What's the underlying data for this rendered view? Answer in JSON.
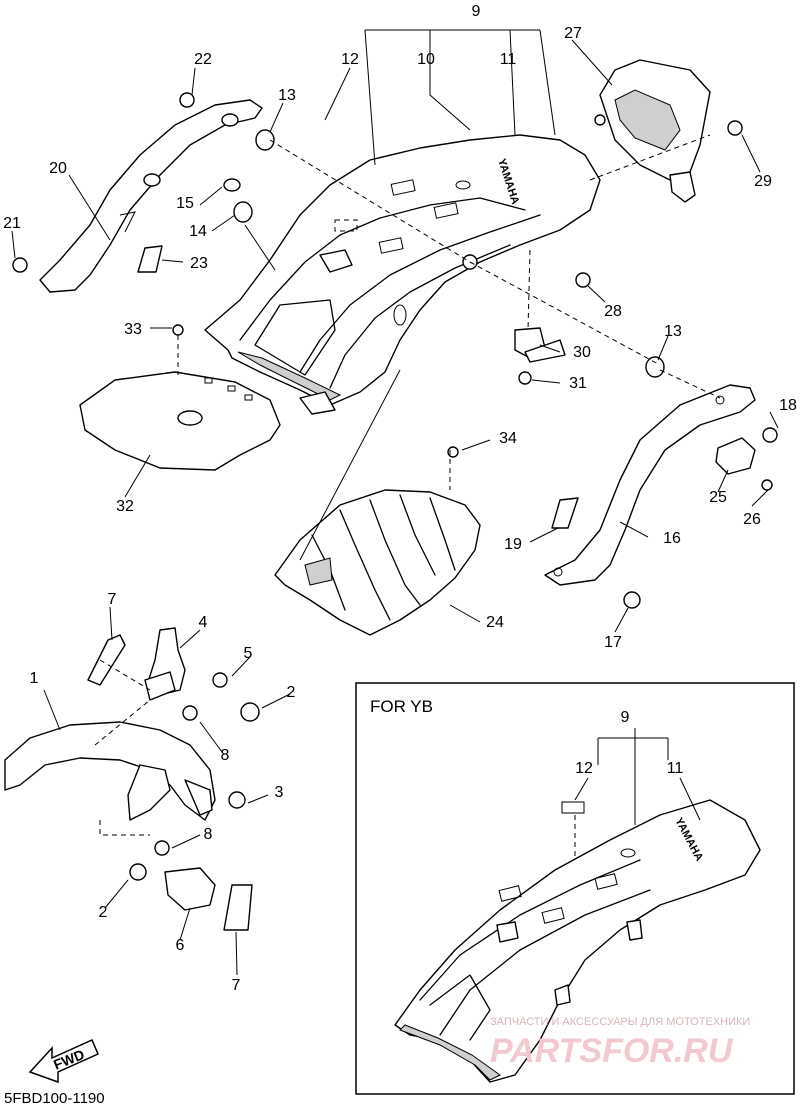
{
  "callouts": {
    "c1": "1",
    "c2a": "2",
    "c2b": "2",
    "c3": "3",
    "c4": "4",
    "c5": "5",
    "c6": "6",
    "c7a": "7",
    "c7b": "7",
    "c8a": "8",
    "c8b": "8",
    "c9": "9",
    "c10": "10",
    "c11": "11",
    "c12": "12",
    "c13a": "13",
    "c13b": "13",
    "c14": "14",
    "c15": "15",
    "c16": "16",
    "c17": "17",
    "c18": "18",
    "c19": "19",
    "c20": "20",
    "c21": "21",
    "c22": "22",
    "c23": "23",
    "c24": "24",
    "c25": "25",
    "c26": "26",
    "c27": "27",
    "c28": "28",
    "c29": "29",
    "c30": "30",
    "c31": "31",
    "c32": "32",
    "c33": "33",
    "c34": "34"
  },
  "inset": {
    "title": "FOR YB",
    "c9": "9",
    "c11": "11",
    "c12": "12"
  },
  "brand_text": "YAMAHA",
  "fwd_label": "FWD",
  "diagram_code": "5FBD100-1190",
  "watermark": {
    "small": "ЗАПЧАСТИ И АКСЕССУАРЫ ДЛЯ МОТОТЕХНИКИ",
    "large": "PARTSFOR.RU",
    "color": "#f2c9cf"
  }
}
